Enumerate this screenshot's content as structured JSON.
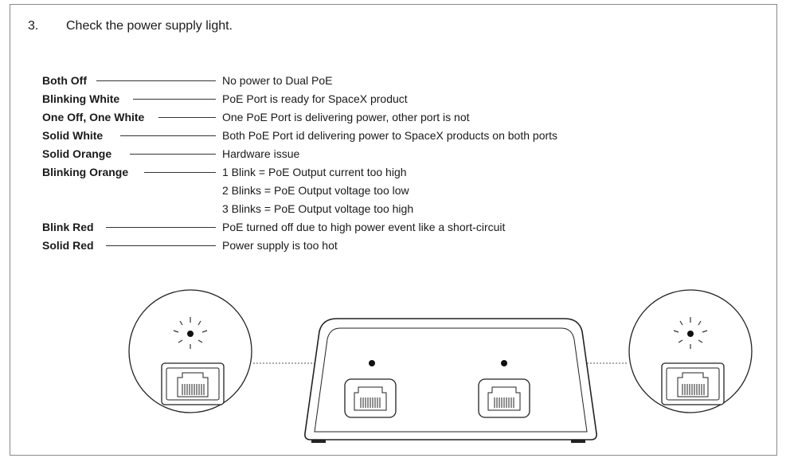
{
  "step": {
    "number": "3.",
    "title": "Check the power supply light."
  },
  "legend": [
    {
      "state": "Both Off",
      "lines": [
        "No power to Dual PoE"
      ]
    },
    {
      "state": "Blinking White",
      "lines": [
        "PoE Port is ready for SpaceX product"
      ]
    },
    {
      "state": "One Off, One White",
      "lines": [
        "One PoE Port is delivering power, other port is not"
      ]
    },
    {
      "state": "Solid White",
      "lines": [
        "Both PoE Port id delivering power to SpaceX products on both ports"
      ]
    },
    {
      "state": "Solid Orange",
      "lines": [
        "Hardware issue"
      ]
    },
    {
      "state": "Blinking Orange",
      "lines": [
        "1 Blink = PoE Output current too high",
        "2 Blinks = PoE Output voltage too low",
        "3 Blinks = PoE Output voltage too high"
      ]
    },
    {
      "state": "Blink Red",
      "lines": [
        "PoE turned off due to high power event like a short-circuit"
      ]
    },
    {
      "state": "Solid Red",
      "lines": [
        "Power supply is too hot"
      ]
    }
  ]
}
